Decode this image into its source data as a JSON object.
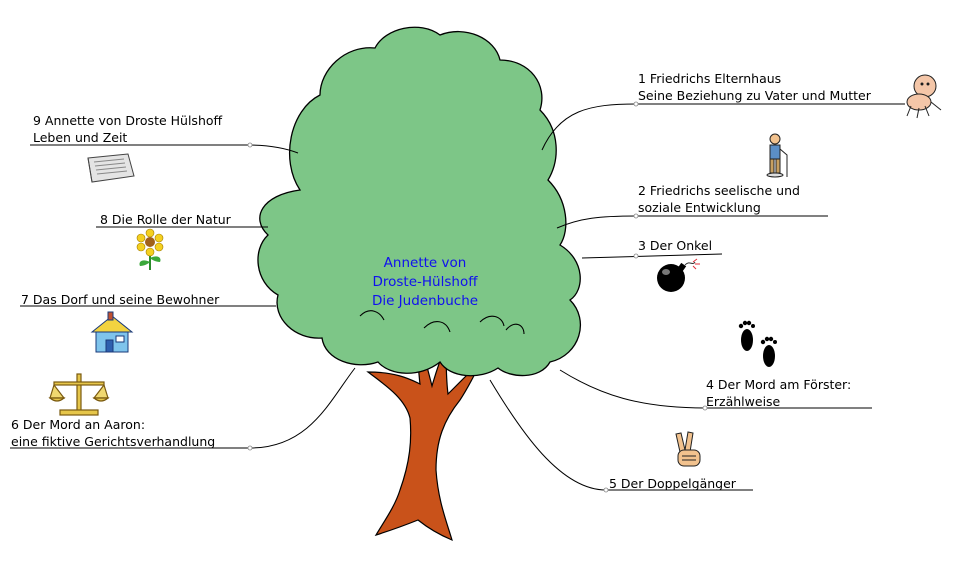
{
  "center": {
    "lines": [
      "Annette von",
      "Droste-Hülshoff",
      "Die Judenbuche"
    ]
  },
  "colors": {
    "foliage": "#7dc687",
    "trunk": "#c9521a",
    "outline": "#000000",
    "center_text": "#1010ee"
  },
  "branches": [
    {
      "id": "b1",
      "lines": [
        "1 Friedrichs Elternhaus",
        "Seine Beziehung zu Vater und Mutter"
      ],
      "icon": "crawling-baby-icon"
    },
    {
      "id": "b2",
      "lines": [
        "2 Friedrichs seelische und",
        "soziale Entwicklung"
      ],
      "icon": "boy-figure-icon"
    },
    {
      "id": "b3",
      "lines": [
        "3 Der Onkel"
      ],
      "icon": "bomb-icon"
    },
    {
      "id": "b4",
      "lines": [
        "4 Der Mord am Förster:",
        "Erzählweise"
      ],
      "icon": "footprints-icon"
    },
    {
      "id": "b5",
      "lines": [
        "5 Der Doppelgänger"
      ],
      "icon": "victory-hand-icon"
    },
    {
      "id": "b6",
      "lines": [
        "6  Der Mord an Aaron:",
        "eine fiktive Gerichtsverhandlung"
      ],
      "icon": "scales-icon"
    },
    {
      "id": "b7",
      "lines": [
        "7 Das Dorf und seine Bewohner"
      ],
      "icon": "house-icon"
    },
    {
      "id": "b8",
      "lines": [
        "8 Die Rolle der Natur"
      ],
      "icon": "flower-icon"
    },
    {
      "id": "b9",
      "lines": [
        "9 Annette von Droste Hülshoff",
        "Leben und Zeit"
      ],
      "icon": "newspaper-icon"
    }
  ]
}
